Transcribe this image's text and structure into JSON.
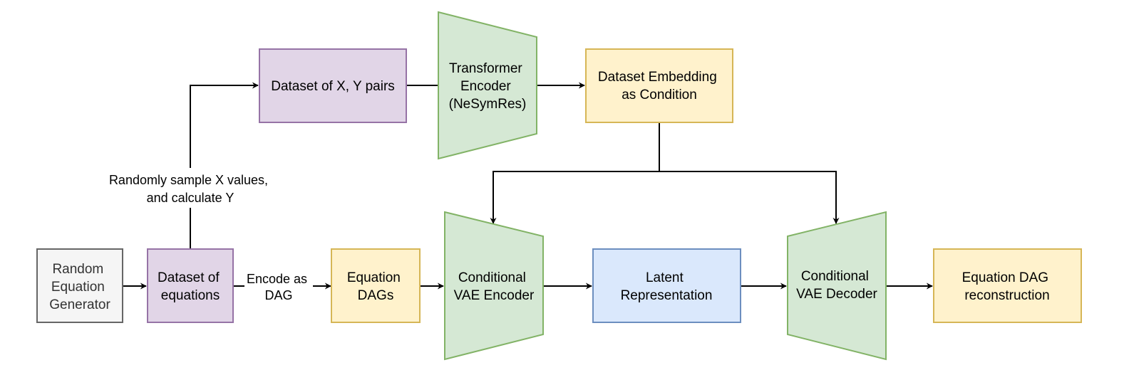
{
  "colors": {
    "gray_fill": "#f5f5f5",
    "gray_stroke": "#666666",
    "gray_text": "#333333",
    "purple_fill": "#e1d5e7",
    "purple_stroke": "#9673a6",
    "yellow_fill": "#fff2cc",
    "yellow_stroke": "#d6b656",
    "green_fill": "#d5e8d4",
    "green_stroke": "#82b366",
    "blue_fill": "#dae8fc",
    "blue_stroke": "#6c8ebf"
  },
  "nodes": {
    "random_equation_generator": [
      "Random",
      "Equation",
      "Generator"
    ],
    "dataset_of_equations": [
      "Dataset of",
      "equations"
    ],
    "dataset_xy_pairs": [
      "Dataset of X, Y pairs"
    ],
    "transformer_encoder": [
      "Transformer",
      "Encoder",
      "(NeSymRes)"
    ],
    "dataset_embedding": [
      "Dataset Embedding",
      "as Condition"
    ],
    "equation_dags": [
      "Equation",
      "DAGs"
    ],
    "cvae_encoder": [
      "Conditional",
      "VAE Encoder"
    ],
    "latent_representation": [
      "Latent",
      "Representation"
    ],
    "cvae_decoder": [
      "Conditional",
      "VAE Decoder"
    ],
    "equation_dag_reconstruction": [
      "Equation DAG",
      "reconstruction"
    ]
  },
  "edge_labels": {
    "sample_label": [
      "Randomly sample X values,",
      "and calculate Y"
    ],
    "encode_label": [
      "Encode as",
      "DAG"
    ]
  }
}
